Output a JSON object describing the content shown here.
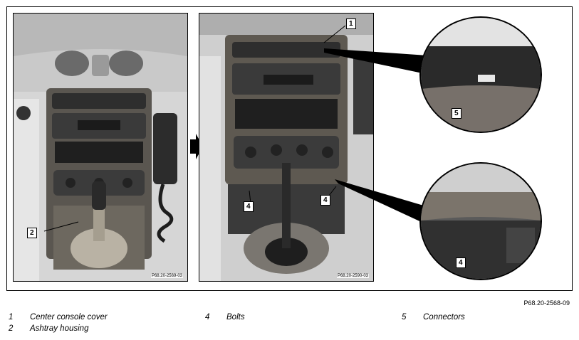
{
  "figure": {
    "left_photo_code": "P68.20-2569-03",
    "right_photo_code": "P68.20-2590-03",
    "figure_reference": "P68.20-2568-09"
  },
  "callouts": {
    "c1": "1",
    "c2": "2",
    "c4a": "4",
    "c4b": "4",
    "c4c": "4",
    "c5": "5"
  },
  "legend": [
    {
      "number": "1",
      "label": "Center console cover"
    },
    {
      "number": "2",
      "label": "Ashtray housing"
    },
    {
      "number": "4",
      "label": "Bolts"
    },
    {
      "number": "5",
      "label": "Connectors"
    }
  ]
}
